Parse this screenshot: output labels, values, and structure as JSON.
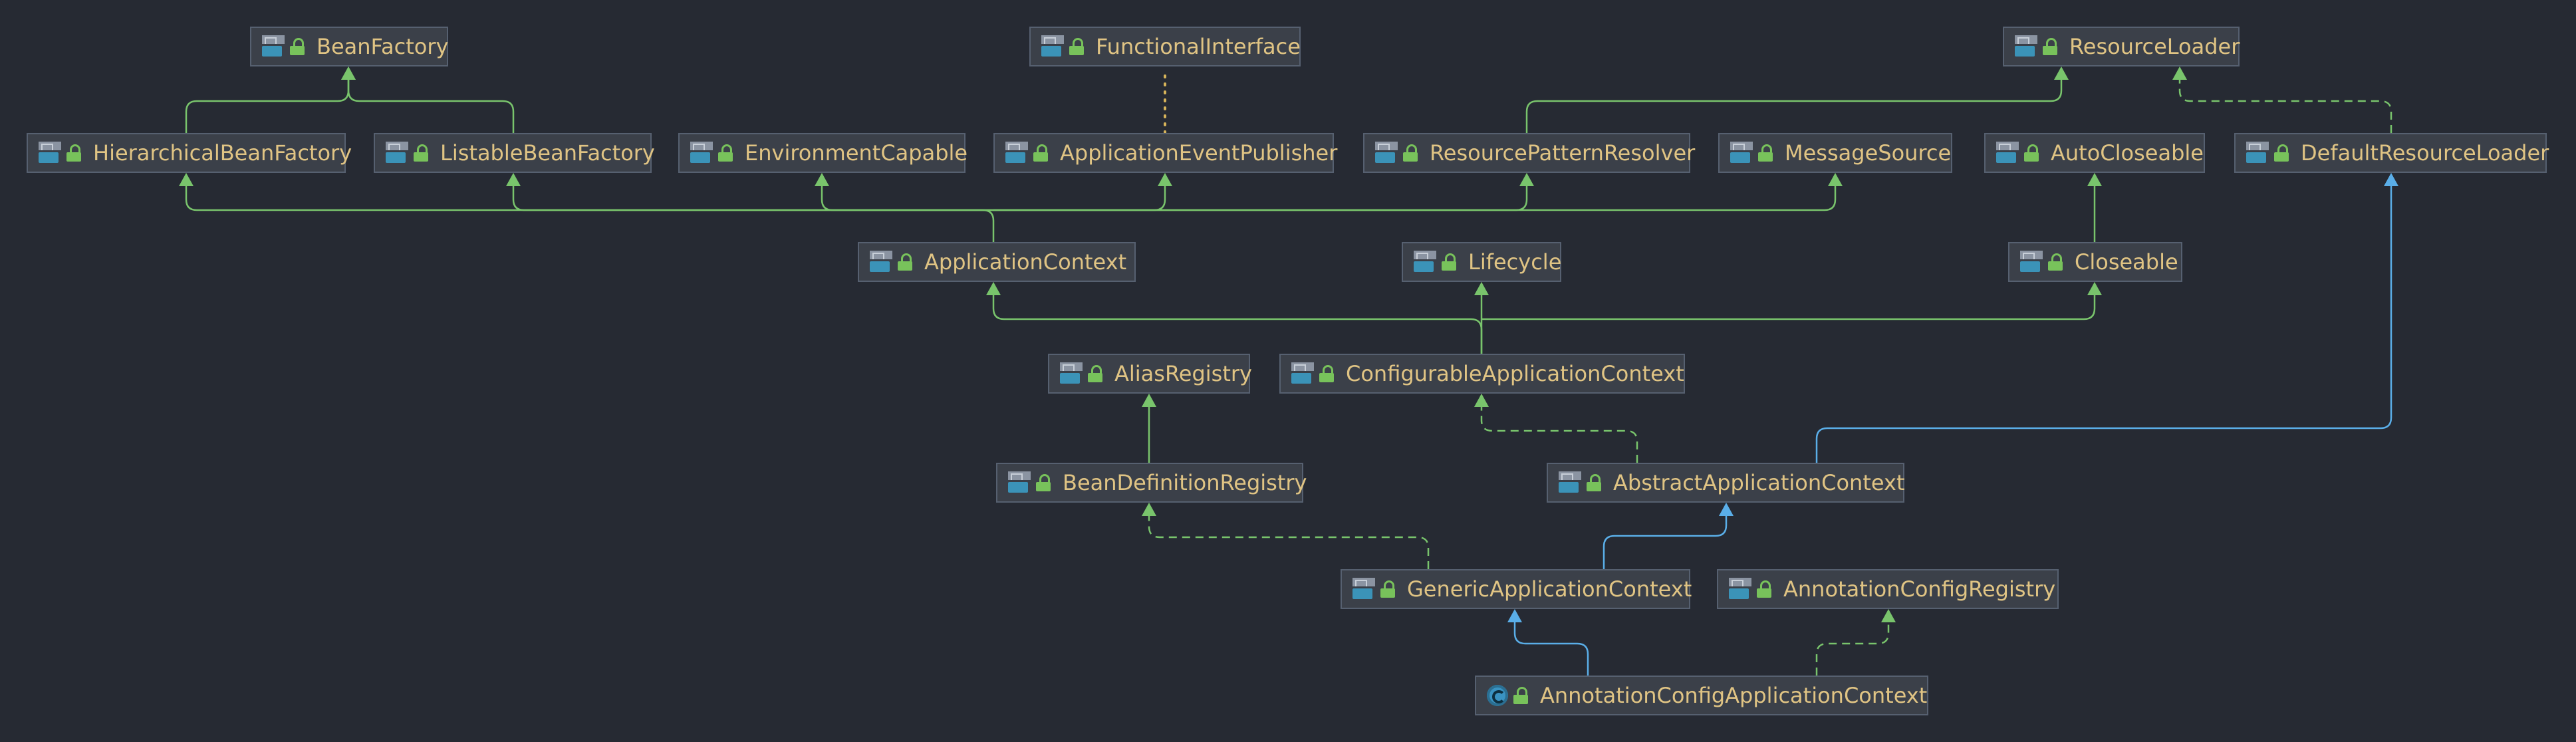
{
  "colors": {
    "background": "#262a33",
    "node_fill": "#3b4049",
    "node_border": "#566070",
    "label_text": "#e0c484",
    "interface_edge": "#79c46c",
    "class_edge": "#5aaee8"
  },
  "icons": {
    "interface": "interface-icon",
    "class": "class-icon",
    "access": "public-lock-icon"
  },
  "nodes": {
    "bean_factory": {
      "label": "BeanFactory",
      "kind": "interface"
    },
    "functional_interface": {
      "label": "FunctionalInterface",
      "kind": "interface"
    },
    "resource_loader": {
      "label": "ResourceLoader",
      "kind": "interface"
    },
    "hierarchical_bean_factory": {
      "label": "HierarchicalBeanFactory",
      "kind": "interface"
    },
    "listable_bean_factory": {
      "label": "ListableBeanFactory",
      "kind": "interface"
    },
    "environment_capable": {
      "label": "EnvironmentCapable",
      "kind": "interface"
    },
    "application_event_publisher": {
      "label": "ApplicationEventPublisher",
      "kind": "interface"
    },
    "resource_pattern_resolver": {
      "label": "ResourcePatternResolver",
      "kind": "interface"
    },
    "message_source": {
      "label": "MessageSource",
      "kind": "interface"
    },
    "auto_closeable": {
      "label": "AutoCloseable",
      "kind": "interface"
    },
    "default_resource_loader": {
      "label": "DefaultResourceLoader",
      "kind": "interface"
    },
    "application_context": {
      "label": "ApplicationContext",
      "kind": "interface"
    },
    "lifecycle": {
      "label": "Lifecycle",
      "kind": "interface"
    },
    "closeable": {
      "label": "Closeable",
      "kind": "interface"
    },
    "alias_registry": {
      "label": "AliasRegistry",
      "kind": "interface"
    },
    "configurable_application_context": {
      "label": "ConfigurableApplicationContext",
      "kind": "interface"
    },
    "bean_definition_registry": {
      "label": "BeanDefinitionRegistry",
      "kind": "interface"
    },
    "abstract_application_context": {
      "label": "AbstractApplicationContext",
      "kind": "interface"
    },
    "generic_application_context": {
      "label": "GenericApplicationContext",
      "kind": "interface"
    },
    "annotation_config_registry": {
      "label": "AnnotationConfigRegistry",
      "kind": "interface"
    },
    "annotation_config_application_context": {
      "label": "AnnotationConfigApplicationContext",
      "kind": "class"
    }
  },
  "edges": [
    {
      "from": "hierarchical_bean_factory",
      "to": "bean_factory",
      "type": "extends",
      "color": "#79c46c"
    },
    {
      "from": "listable_bean_factory",
      "to": "bean_factory",
      "type": "extends",
      "color": "#79c46c"
    },
    {
      "from": "resource_pattern_resolver",
      "to": "resource_loader",
      "type": "extends",
      "color": "#79c46c"
    },
    {
      "from": "default_resource_loader",
      "to": "resource_loader",
      "type": "implements",
      "color": "#79c46c"
    },
    {
      "from": "application_event_publisher",
      "to": "functional_interface",
      "type": "annotated",
      "color": "#d7b45a"
    },
    {
      "from": "application_context",
      "to": "hierarchical_bean_factory",
      "type": "extends",
      "color": "#79c46c"
    },
    {
      "from": "application_context",
      "to": "listable_bean_factory",
      "type": "extends",
      "color": "#79c46c"
    },
    {
      "from": "application_context",
      "to": "environment_capable",
      "type": "extends",
      "color": "#79c46c"
    },
    {
      "from": "application_context",
      "to": "application_event_publisher",
      "type": "extends",
      "color": "#79c46c"
    },
    {
      "from": "application_context",
      "to": "resource_pattern_resolver",
      "type": "extends",
      "color": "#79c46c"
    },
    {
      "from": "application_context",
      "to": "message_source",
      "type": "extends",
      "color": "#79c46c"
    },
    {
      "from": "closeable",
      "to": "auto_closeable",
      "type": "extends",
      "color": "#79c46c"
    },
    {
      "from": "configurable_application_context",
      "to": "application_context",
      "type": "extends",
      "color": "#79c46c"
    },
    {
      "from": "configurable_application_context",
      "to": "lifecycle",
      "type": "extends",
      "color": "#79c46c"
    },
    {
      "from": "configurable_application_context",
      "to": "closeable",
      "type": "extends",
      "color": "#79c46c"
    },
    {
      "from": "bean_definition_registry",
      "to": "alias_registry",
      "type": "extends",
      "color": "#79c46c"
    },
    {
      "from": "abstract_application_context",
      "to": "configurable_application_context",
      "type": "implements",
      "color": "#79c46c"
    },
    {
      "from": "abstract_application_context",
      "to": "default_resource_loader",
      "type": "extends",
      "color": "#5aaee8"
    },
    {
      "from": "generic_application_context",
      "to": "bean_definition_registry",
      "type": "implements",
      "color": "#79c46c"
    },
    {
      "from": "generic_application_context",
      "to": "abstract_application_context",
      "type": "extends",
      "color": "#5aaee8"
    },
    {
      "from": "annotation_config_application_context",
      "to": "generic_application_context",
      "type": "extends",
      "color": "#5aaee8"
    },
    {
      "from": "annotation_config_application_context",
      "to": "annotation_config_registry",
      "type": "implements",
      "color": "#79c46c"
    }
  ]
}
